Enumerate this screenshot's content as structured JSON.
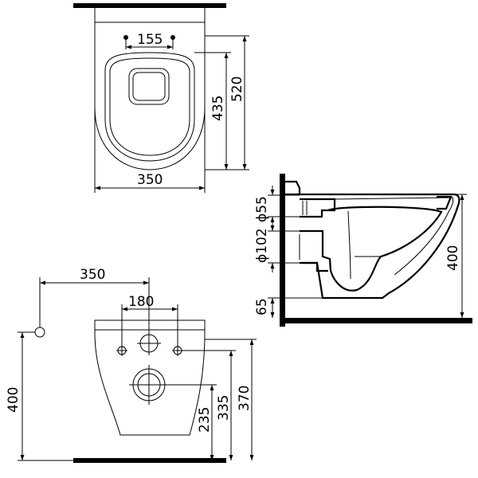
{
  "top_view": {
    "hole_spacing": "155",
    "depth_overall": "520",
    "depth_seat": "435",
    "width": "350"
  },
  "side_view": {
    "pipe_55": "ϕ55",
    "pipe_102": "ϕ102",
    "floor_clearance": "65",
    "height": "400"
  },
  "front_view": {
    "wall_offset": "350",
    "bolt_spacing": "180",
    "mount_height": "400",
    "outlet_height": "235",
    "bolt_height": "335",
    "inlet_height": "370"
  },
  "colors": {
    "ink": "#000000",
    "background": "#ffffff"
  }
}
